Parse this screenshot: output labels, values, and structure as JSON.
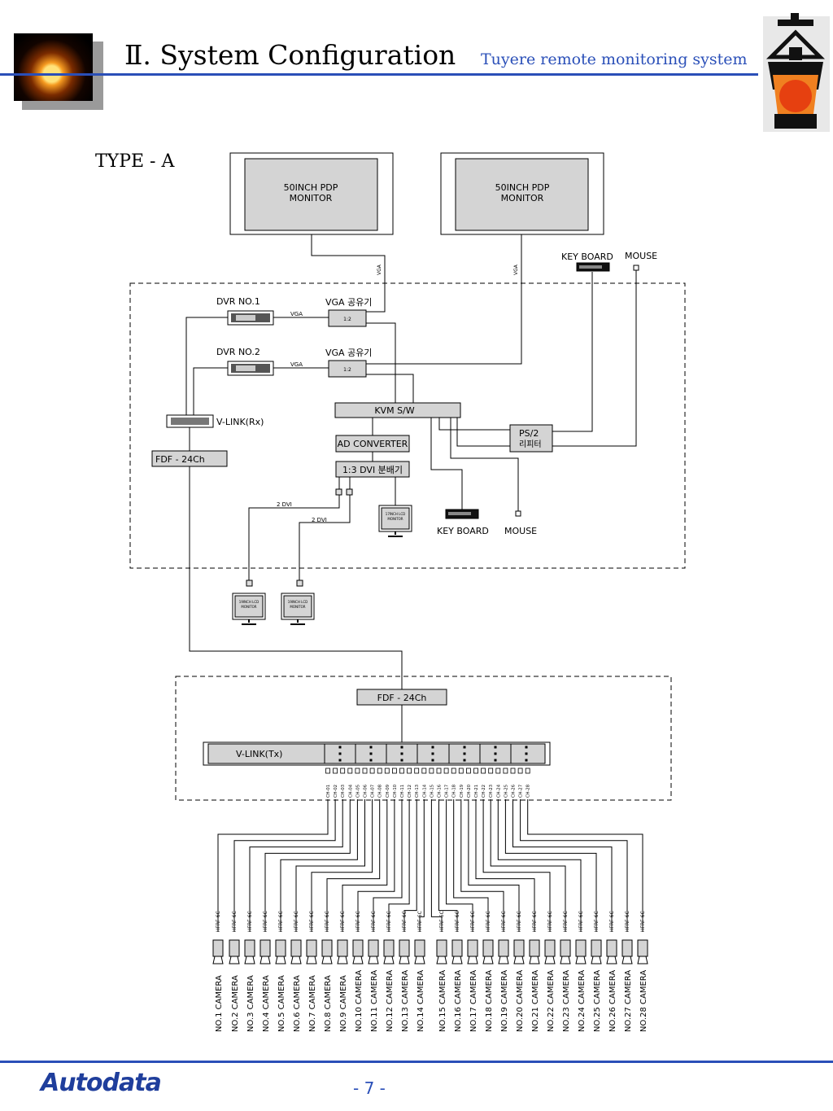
{
  "header": {
    "title": "Ⅱ. System Configuration",
    "subtitle": "Tuyere remote monitoring system"
  },
  "diagram": {
    "type_label": "TYPE - A",
    "pdp_monitors": [
      {
        "line1": "50INCH PDP",
        "line2": "MONITOR",
        "cable": "VGA"
      },
      {
        "line1": "50INCH PDP",
        "line2": "MONITOR",
        "cable": "VGA"
      }
    ],
    "top_keyboard": "KEY BOARD",
    "top_mouse": "MOUSE",
    "dvr": [
      {
        "label": "DVR NO.1",
        "cable": "VGA",
        "splitter": "VGA 공유기",
        "splitter_ratio": "1:2"
      },
      {
        "label": "DVR NO.2",
        "cable": "VGA",
        "splitter": "VGA 공유기",
        "splitter_ratio": "1:2"
      }
    ],
    "vlink_rx": "V-LINK(Rx)",
    "fdf_top": "FDF - 24Ch",
    "kvm": "KVM S/W",
    "ad_converter": "AD CONVERTER",
    "dvi_splitter": "1:3 DVI 분배기",
    "ps2": {
      "line1": "PS/2",
      "line2": "리피터"
    },
    "dvi_cables": [
      "2 DVI",
      "2 DVI"
    ],
    "lcd_main": {
      "line1": "17INCH LCD",
      "line2": "MONITOR"
    },
    "inner_keyboard": "KEY BOARD",
    "inner_mouse": "MOUSE",
    "lcd_remote": [
      {
        "line1": "19INCH LCD",
        "line2": "MONITOR"
      },
      {
        "line1": "19INCH LCD",
        "line2": "MONITOR"
      }
    ],
    "fdf_bottom": "FDF - 24Ch",
    "vlink_tx": "V-LINK(Tx)",
    "channels": [
      "CH-01",
      "CH-02",
      "CH-03",
      "CH-04",
      "CH-05",
      "CH-06",
      "CH-07",
      "CH-08",
      "CH-09",
      "CH-10",
      "CH-11",
      "CH-12",
      "CH-13",
      "CH-14",
      "CH-15",
      "CH-16",
      "CH-17",
      "CH-18",
      "CH-19",
      "CH-20",
      "CH-21",
      "CH-22",
      "CH-23",
      "CH-24",
      "CH-25",
      "CH-26",
      "CH-27",
      "CH-28"
    ],
    "cable_type": "HFRF-6C",
    "cameras": [
      "NO.1 CAMERA",
      "NO.2 CAMERA",
      "NO.3 CAMERA",
      "NO.4 CAMERA",
      "NO.5 CAMERA",
      "NO.6 CAMERA",
      "NO.7 CAMERA",
      "NO.8 CAMERA",
      "NO.9 CAMERA",
      "NO.10 CAMERA",
      "NO.11 CAMERA",
      "NO.12 CAMERA",
      "NO.13 CAMERA",
      "NO.14 CAMERA",
      "NO.15 CAMERA",
      "NO.16 CAMERA",
      "NO.17 CAMERA",
      "NO.18 CAMERA",
      "NO.19 CAMERA",
      "NO.20 CAMERA",
      "NO.21 CAMERA",
      "NO.22 CAMERA",
      "NO.23 CAMERA",
      "NO.24 CAMERA",
      "NO.25 CAMERA",
      "NO.26 CAMERA",
      "NO.27 CAMERA",
      "NO.28 CAMERA"
    ]
  },
  "footer": {
    "brand": "Autodata",
    "page": "- 7 -"
  },
  "colors": {
    "rule": "#2a4fb8",
    "subtitle": "#2a4fb8",
    "box_fill": "#d4d4d4",
    "device_fill": "#c8c8c8"
  }
}
